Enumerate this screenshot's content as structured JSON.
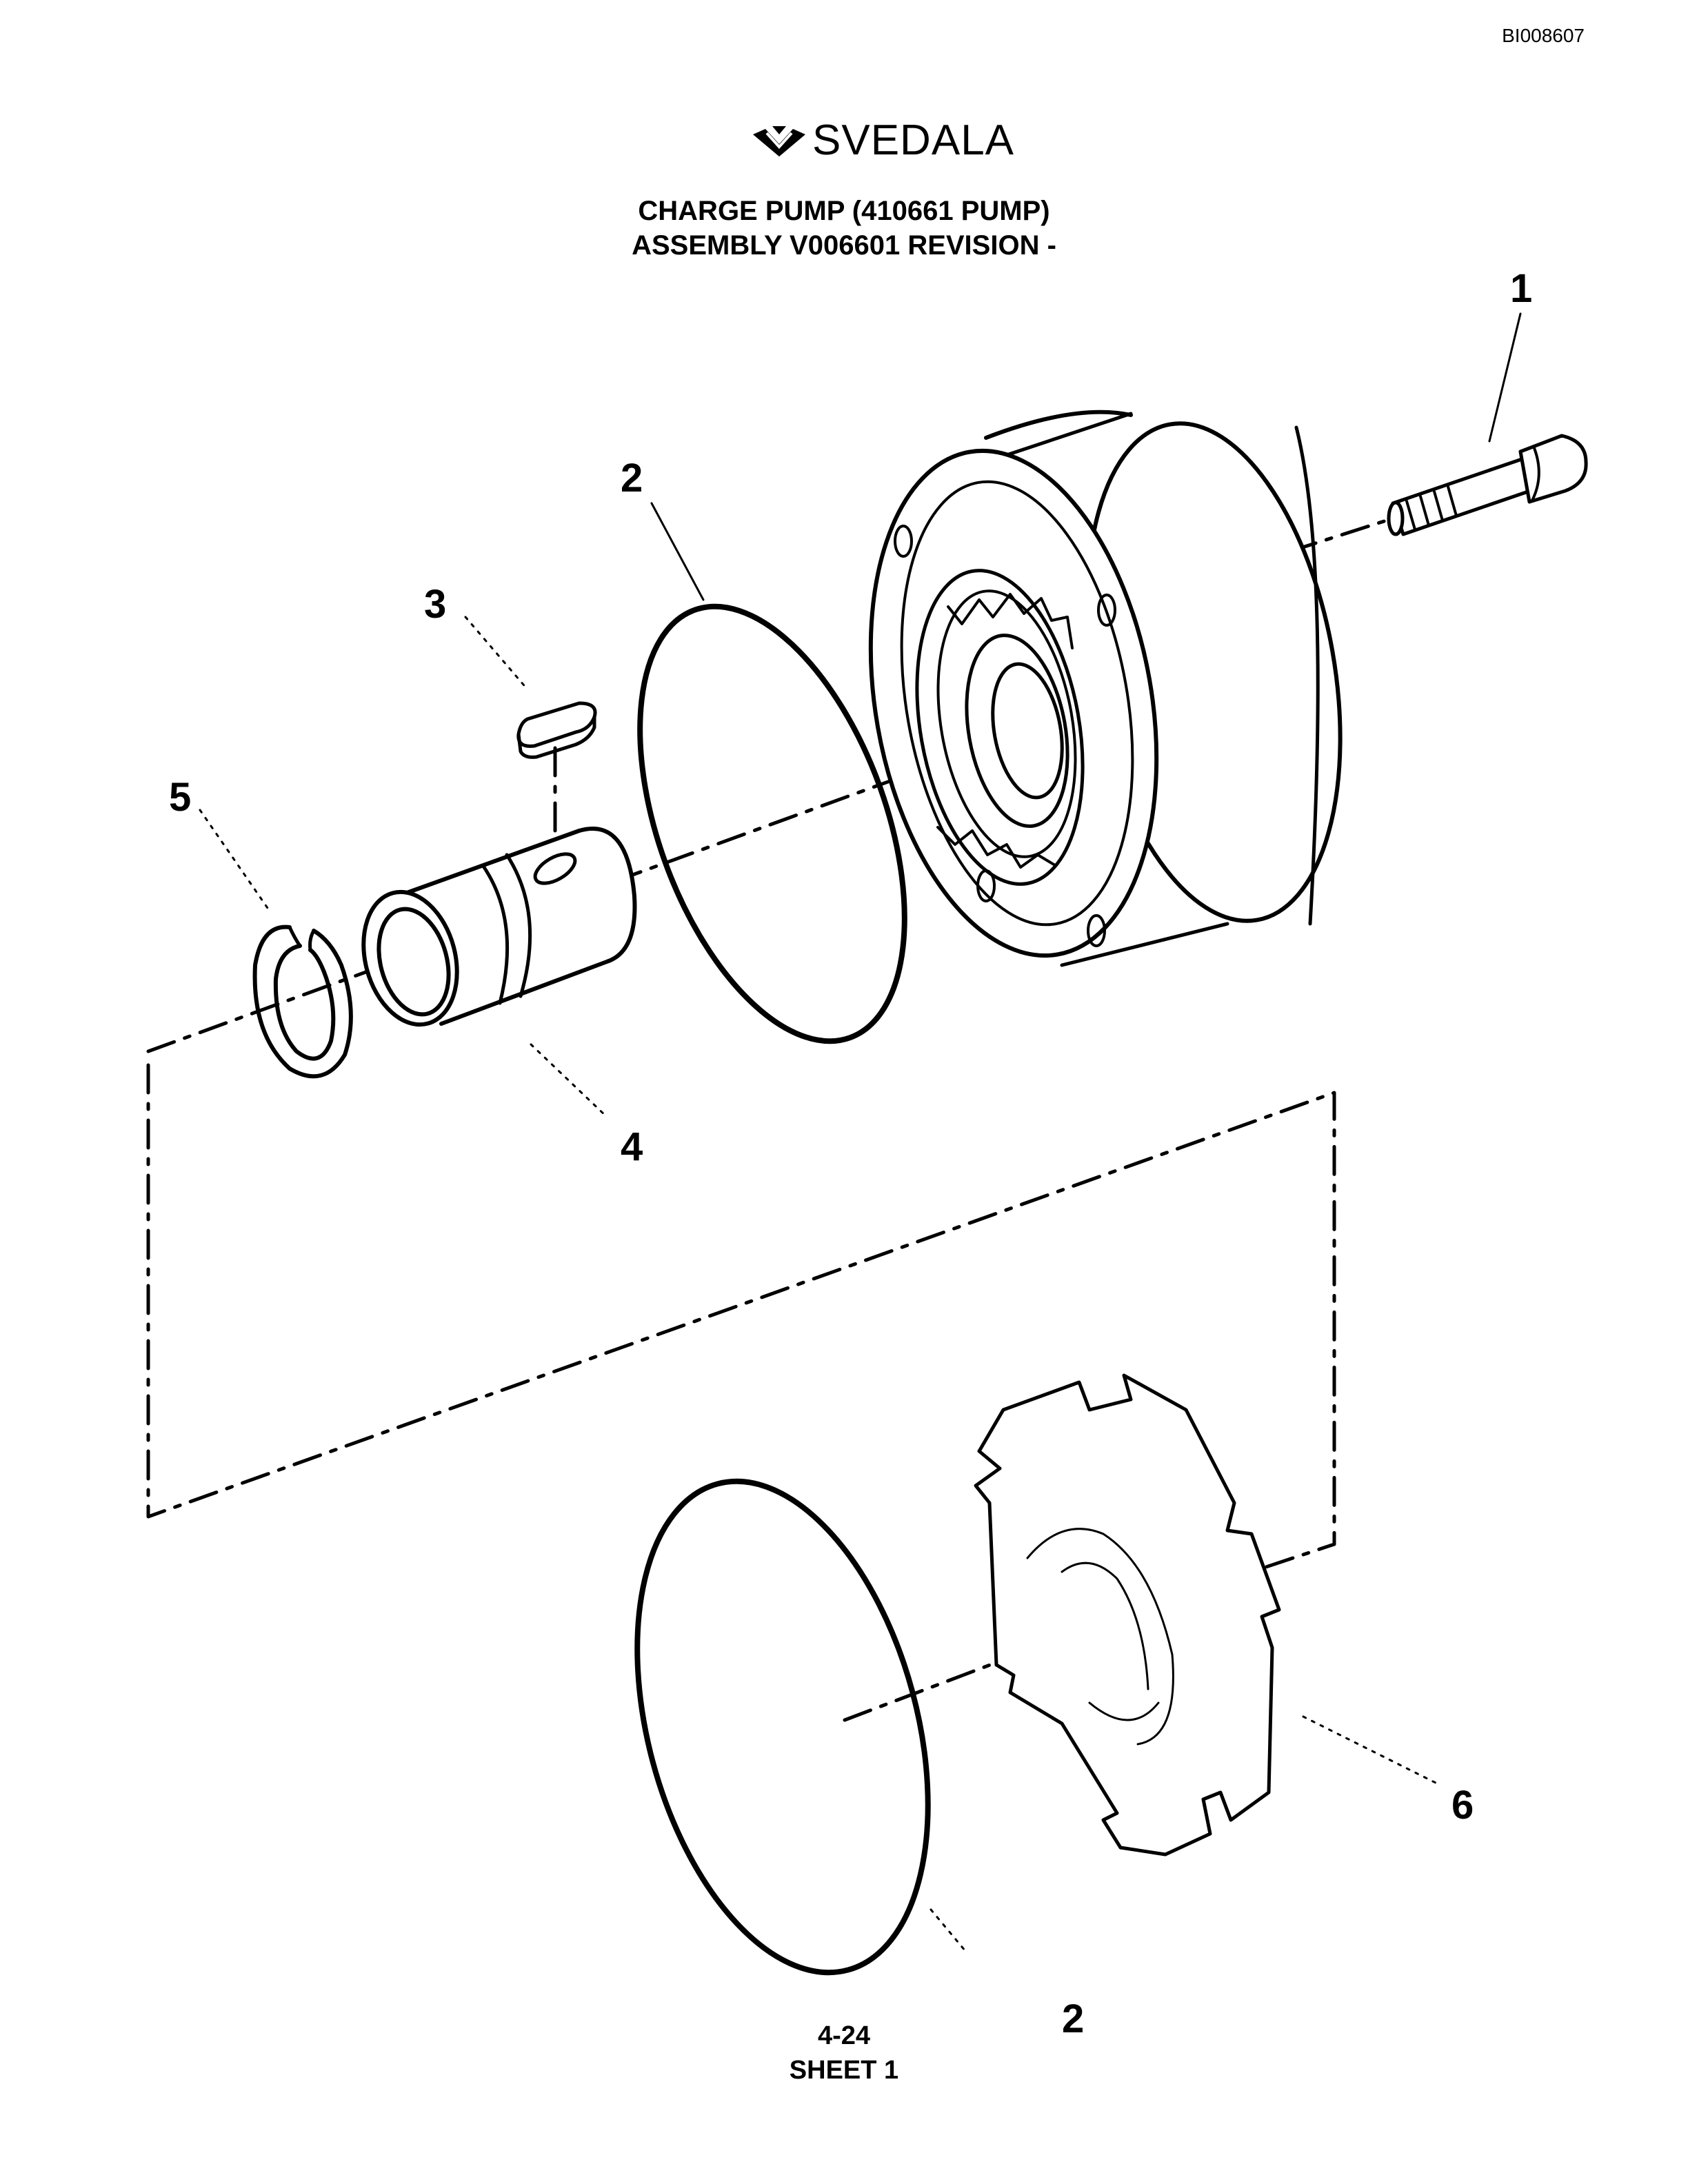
{
  "header": {
    "document_id": "BI008607",
    "logo_text": "SVEDALA",
    "title_line1": "CHARGE PUMP (410661 PUMP)",
    "title_line2": "ASSEMBLY V006601 REVISION -"
  },
  "callouts": {
    "c1": "1",
    "c2_top": "2",
    "c3": "3",
    "c4": "4",
    "c5": "5",
    "c6": "6",
    "c2_bottom": "2"
  },
  "footer": {
    "page_number": "4-24",
    "sheet": "SHEET 1"
  },
  "icons": {
    "logo": "svedala-logo-icon"
  }
}
